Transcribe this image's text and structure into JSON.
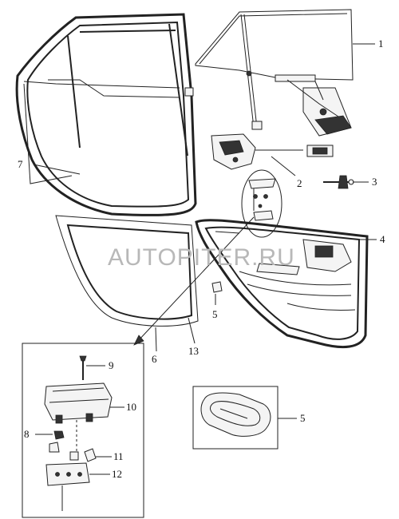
{
  "watermark": "AUTOPITER.RU",
  "callouts": {
    "c1": "1",
    "c2": "2",
    "c3": "3",
    "c4": "4",
    "c5a": "5",
    "c5b": "5",
    "c6": "6",
    "c7": "7",
    "c8": "8",
    "c9": "9",
    "c10": "10",
    "c11": "11",
    "c12": "12",
    "c13": "13"
  }
}
